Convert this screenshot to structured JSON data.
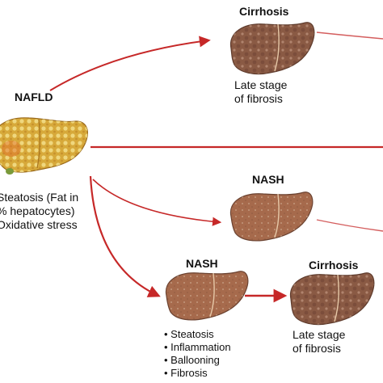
{
  "nafld": {
    "title": "NAFLD",
    "features": [
      "Steatosis (Fat in",
      "% hepatocytes)",
      "Oxidative stress"
    ]
  },
  "cirrhosis_top": {
    "title": "Cirrhosis",
    "caption": [
      "Late stage",
      "of fibrosis"
    ]
  },
  "nash_middle": {
    "title": "NASH"
  },
  "nash_bottom": {
    "title": "NASH",
    "features": [
      "• Steatosis",
      "• Inflammation",
      "• Ballooning",
      "• Fibrosis"
    ]
  },
  "cirrhosis_bottom": {
    "title": "Cirrhosis",
    "caption": [
      "Late stage",
      "of fibrosis"
    ]
  },
  "colors": {
    "arrow": "#c62828",
    "liver_healthy": "#a66a4c",
    "liver_cirrhotic": "#8a5a44",
    "liver_fatty": "#d7a93a"
  }
}
